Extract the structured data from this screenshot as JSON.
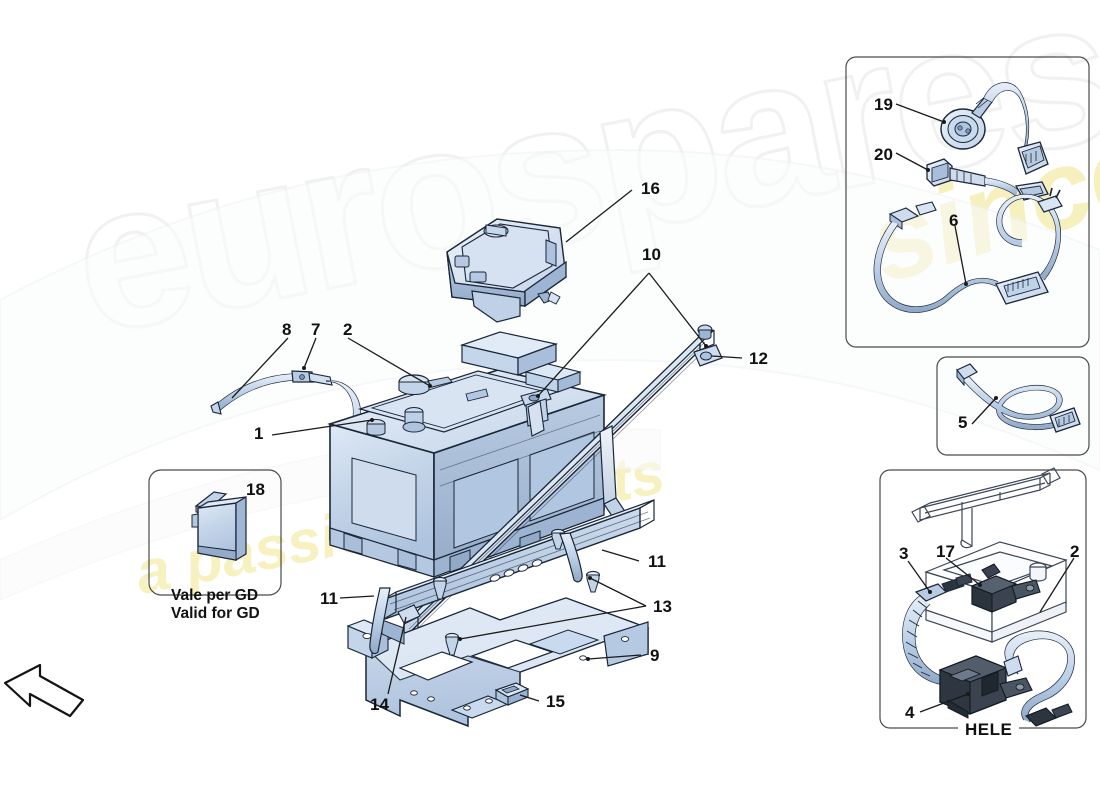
{
  "diagram": {
    "title": "Battery mounting and charging cables exploded parts diagram",
    "background_color": "#ffffff",
    "part_fill_color": "#c3d4e8",
    "part_outline_color": "#1a2738",
    "leader_line_color": "#1a1a1a"
  },
  "watermark": {
    "brand": "eurospares",
    "tagline": "a passion for parts",
    "since": "since 1985",
    "brand_color": "#f1f1f1",
    "tagline_color": "#f7f0bf"
  },
  "callouts": [
    {
      "id": "c1",
      "label": "1"
    },
    {
      "id": "c2",
      "label": "2"
    },
    {
      "id": "c3",
      "label": "7"
    },
    {
      "id": "c4",
      "label": "8"
    },
    {
      "id": "c5",
      "label": "16"
    },
    {
      "id": "c6",
      "label": "10"
    },
    {
      "id": "c7",
      "label": "12"
    },
    {
      "id": "c8",
      "label": "11"
    },
    {
      "id": "c9",
      "label": "11"
    },
    {
      "id": "c10",
      "label": "13"
    },
    {
      "id": "c11",
      "label": "9"
    },
    {
      "id": "c12",
      "label": "14"
    },
    {
      "id": "c13",
      "label": "15"
    },
    {
      "id": "c14",
      "label": "18"
    }
  ],
  "inset_gd": {
    "name": "Vale per GD inset",
    "callout": "18",
    "caption_it": "Vale per GD",
    "caption_en": "Valid for GD"
  },
  "inset_charger": {
    "name": "Battery charger / conditioner inset",
    "callouts": [
      "19",
      "20",
      "6"
    ]
  },
  "inset_cable": {
    "name": "Mains lead inset",
    "callouts": [
      "5"
    ]
  },
  "inset_hele": {
    "name": "HELE battery cables inset",
    "callouts": [
      "3",
      "17",
      "2",
      "4"
    ],
    "caption": "HELE"
  },
  "orientation_arrow": {
    "name": "vehicle forward direction arrow",
    "direction": "up-left"
  }
}
